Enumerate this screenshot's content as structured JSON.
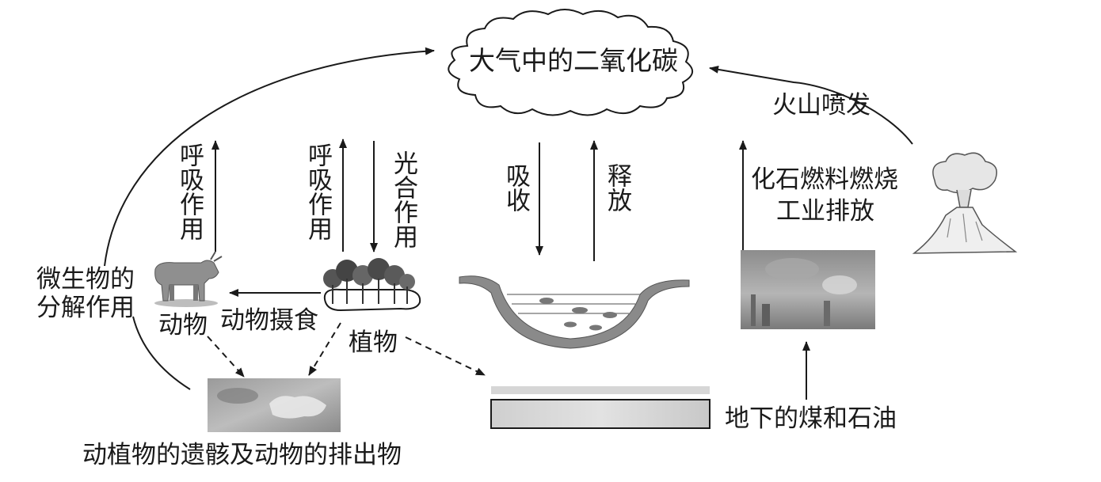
{
  "labels": {
    "atmosphere_co2": "大气中的二氧化碳",
    "volcano_eruption": "火山喷发",
    "animal_respiration": "呼吸作用",
    "plant_respiration": "呼吸作用",
    "photosynthesis": "光合作用",
    "absorb": "吸收",
    "release": "释放",
    "fossil_fuel_line1": "化石燃料燃烧",
    "fossil_fuel_line2": "工业排放",
    "decomposition_line1": "微生物的",
    "decomposition_line2": "分解作用",
    "animal": "动物",
    "animal_feeding": "动物摄食",
    "plant": "植物",
    "coal_oil": "地下的煤和石油",
    "remains": "动植物的遗骸及动物的排出物"
  },
  "icons": {
    "cloud": "cloud-icon",
    "cow": "cow-icon",
    "trees": "trees-icon",
    "water": "water-body-icon",
    "factory": "factory-photo-icon",
    "volcano": "volcano-icon",
    "remains": "remains-photo-icon",
    "underground": "underground-layer-icon"
  }
}
